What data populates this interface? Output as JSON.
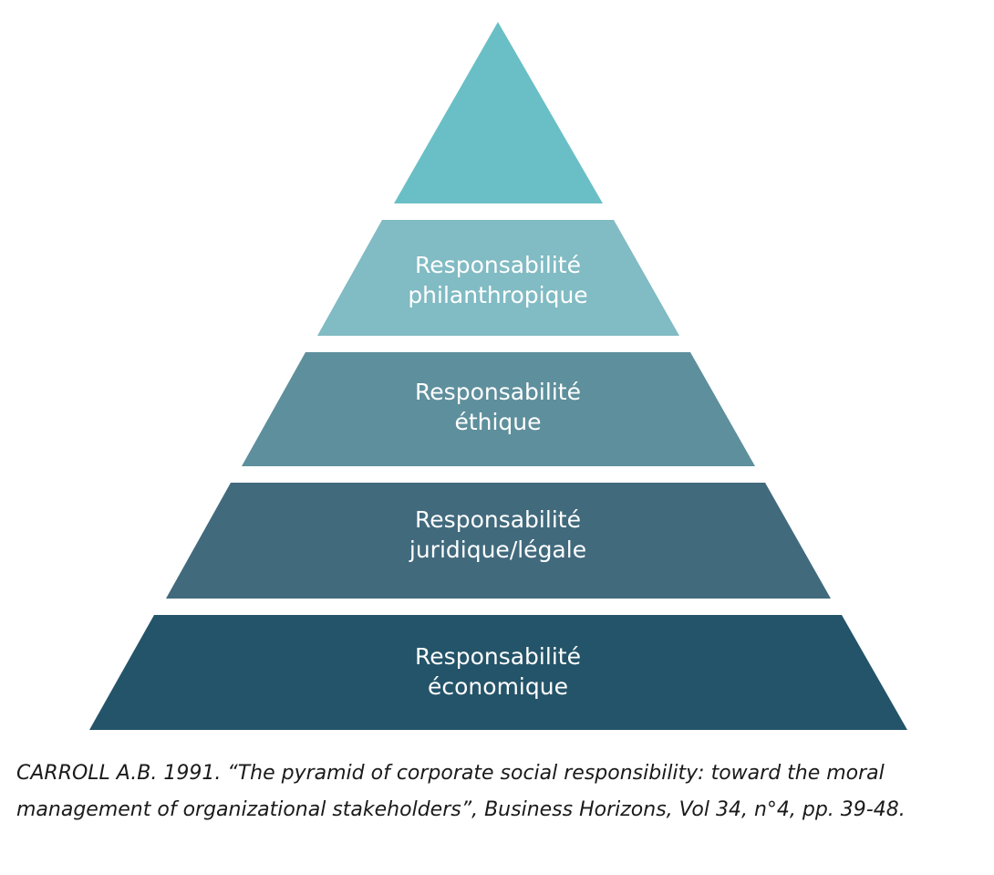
{
  "pyramid": {
    "tiers": [
      {
        "line1": "",
        "line2": "",
        "color": "#6abfc6"
      },
      {
        "line1": "Responsabilité",
        "line2": "philanthropique",
        "color": "#81bbc3"
      },
      {
        "line1": "Responsabilité",
        "line2": "éthique",
        "color": "#5e8f9c"
      },
      {
        "line1": "Responsabilité",
        "line2": "juridique/légale",
        "color": "#416a7d"
      },
      {
        "line1": "Responsabilité",
        "line2": "économique",
        "color": "#245469"
      }
    ]
  },
  "citation": "CARROLL A.B. 1991. “The pyramid of corporate social responsibility: toward the moral management of organizational stakeholders”, Business Horizons, Vol 34, n°4, pp. 39-48."
}
